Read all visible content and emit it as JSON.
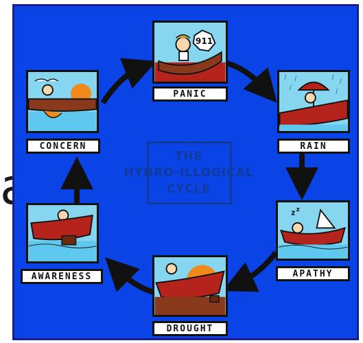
{
  "diagram": {
    "title_lines": [
      "THE",
      "HYDRO-ILLOGICAL",
      "CYCLE"
    ],
    "stages": [
      "PANIC",
      "RAIN",
      "APATHY",
      "DROUGHT",
      "AWARENESS",
      "CONCERN"
    ]
  },
  "panic_sign_text": "911",
  "colors": {
    "background": "#0a44e6",
    "panel_sky": "#87d6f0",
    "boat": "#b5241c",
    "earth": "#8a3a1c",
    "sun": "#f08a1a",
    "water": "#5fc8ee",
    "title": "#123a9a"
  }
}
